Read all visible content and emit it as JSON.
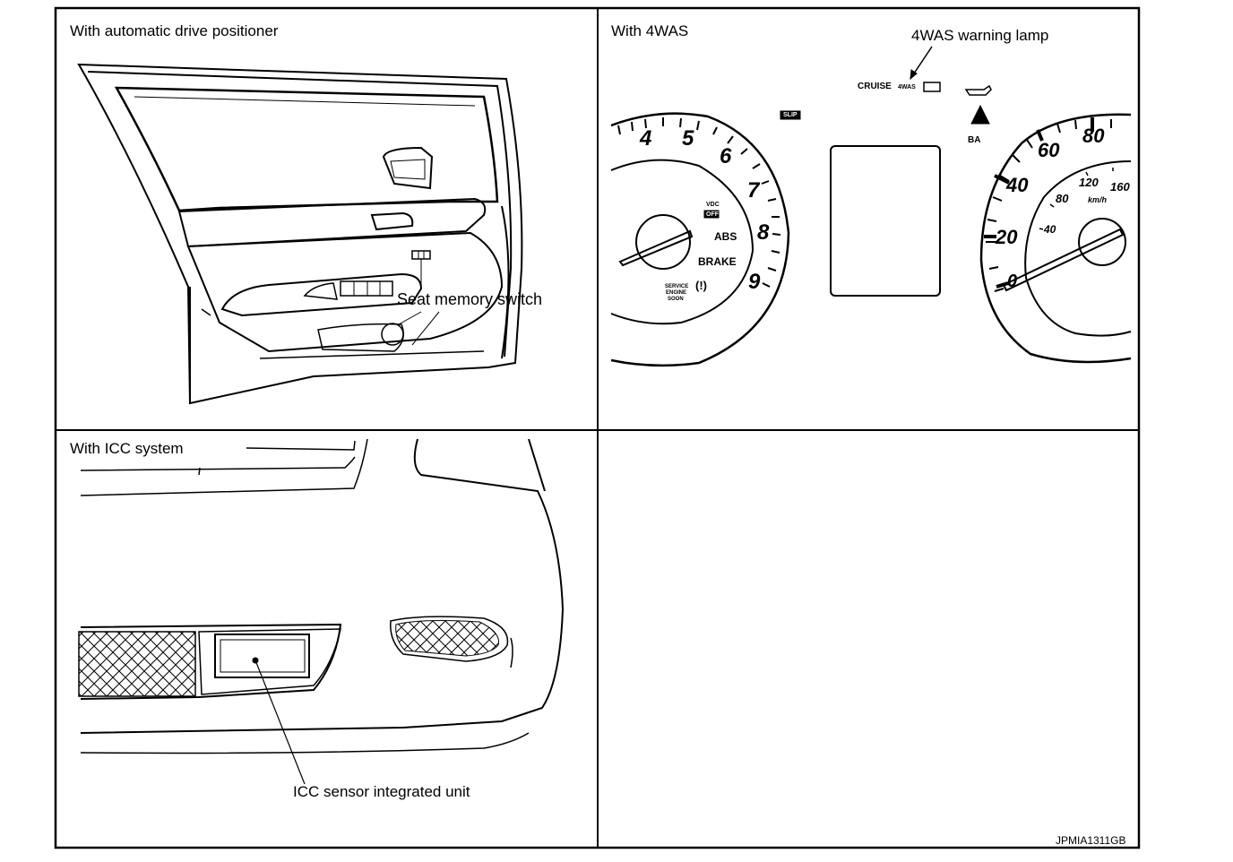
{
  "panels": {
    "top_left": {
      "title": "With automatic drive positioner",
      "callouts": {
        "seat_memory_switch": "Seat memory switch"
      }
    },
    "top_right": {
      "title": "With 4WAS",
      "callouts": {
        "warning_lamp": "4WAS warning lamp"
      },
      "indicators": {
        "cruise": "CRUISE",
        "fourwas": "4WAS",
        "slip": "SLIP",
        "vdc": "VDC",
        "vdc_off": "OFF",
        "abs": "ABS",
        "brake": "BRAKE",
        "service": "SERVICE",
        "engine": "ENGINE",
        "soon": "SOON",
        "tpms": "(!)",
        "ba": "BA"
      },
      "tachometer": {
        "ticks": [
          "4",
          "5",
          "6",
          "7",
          "8",
          "9"
        ]
      },
      "speedometer": {
        "outer_ticks": [
          "0",
          "20",
          "40",
          "60",
          "80"
        ],
        "inner_ticks": [
          "40",
          "80",
          "120",
          "160"
        ],
        "unit": "km/h"
      }
    },
    "bottom_left": {
      "title": "With ICC system",
      "callouts": {
        "icc_sensor": "ICC sensor integrated unit"
      }
    }
  },
  "figure_code": "JPMIA1311GB"
}
